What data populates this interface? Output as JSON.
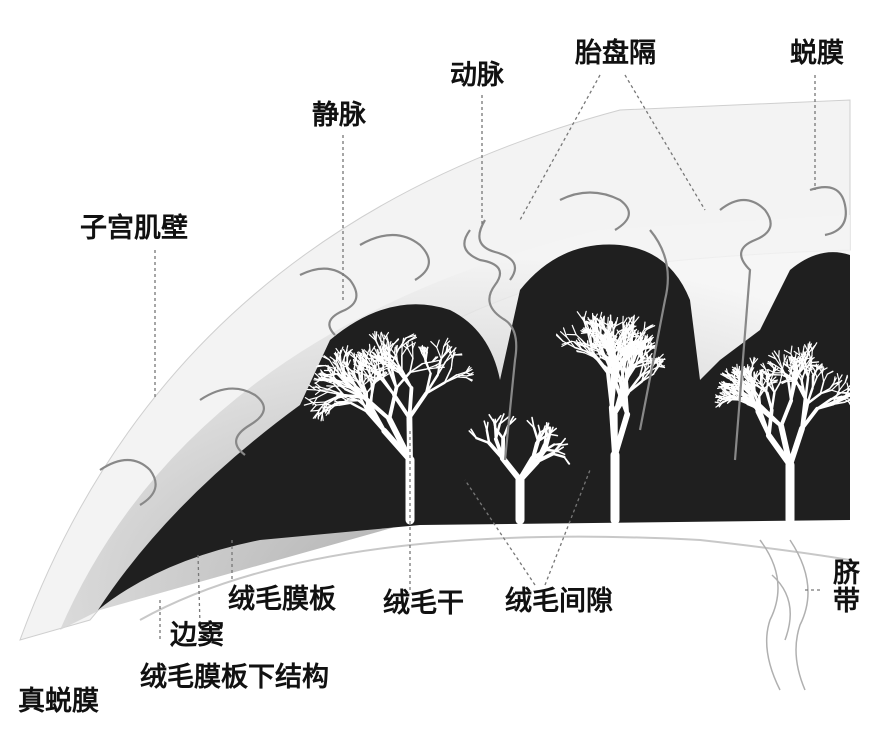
{
  "labels": {
    "uterine_wall": "子宫肌壁",
    "vein": "静脉",
    "artery": "动脉",
    "placental_septum": "胎盘隔",
    "decidua": "蜕膜",
    "umbilical_cord": "脐带",
    "chorionic_plate": "绒毛膜板",
    "villus_stem": "绒毛干",
    "intervillous_space": "绒毛间隙",
    "marginal_sinus": "边窦",
    "subchorionic_structure": "绒毛膜板下结构",
    "decidua_vera": "真蜕膜"
  },
  "colors": {
    "background": "#ffffff",
    "wall_fill": "#f3f3f3",
    "decidua_fill": "#bdbdbd",
    "villus_mass": "#1f1f1f",
    "vessel_stroke": "#888888",
    "leader_line": "#777777"
  }
}
